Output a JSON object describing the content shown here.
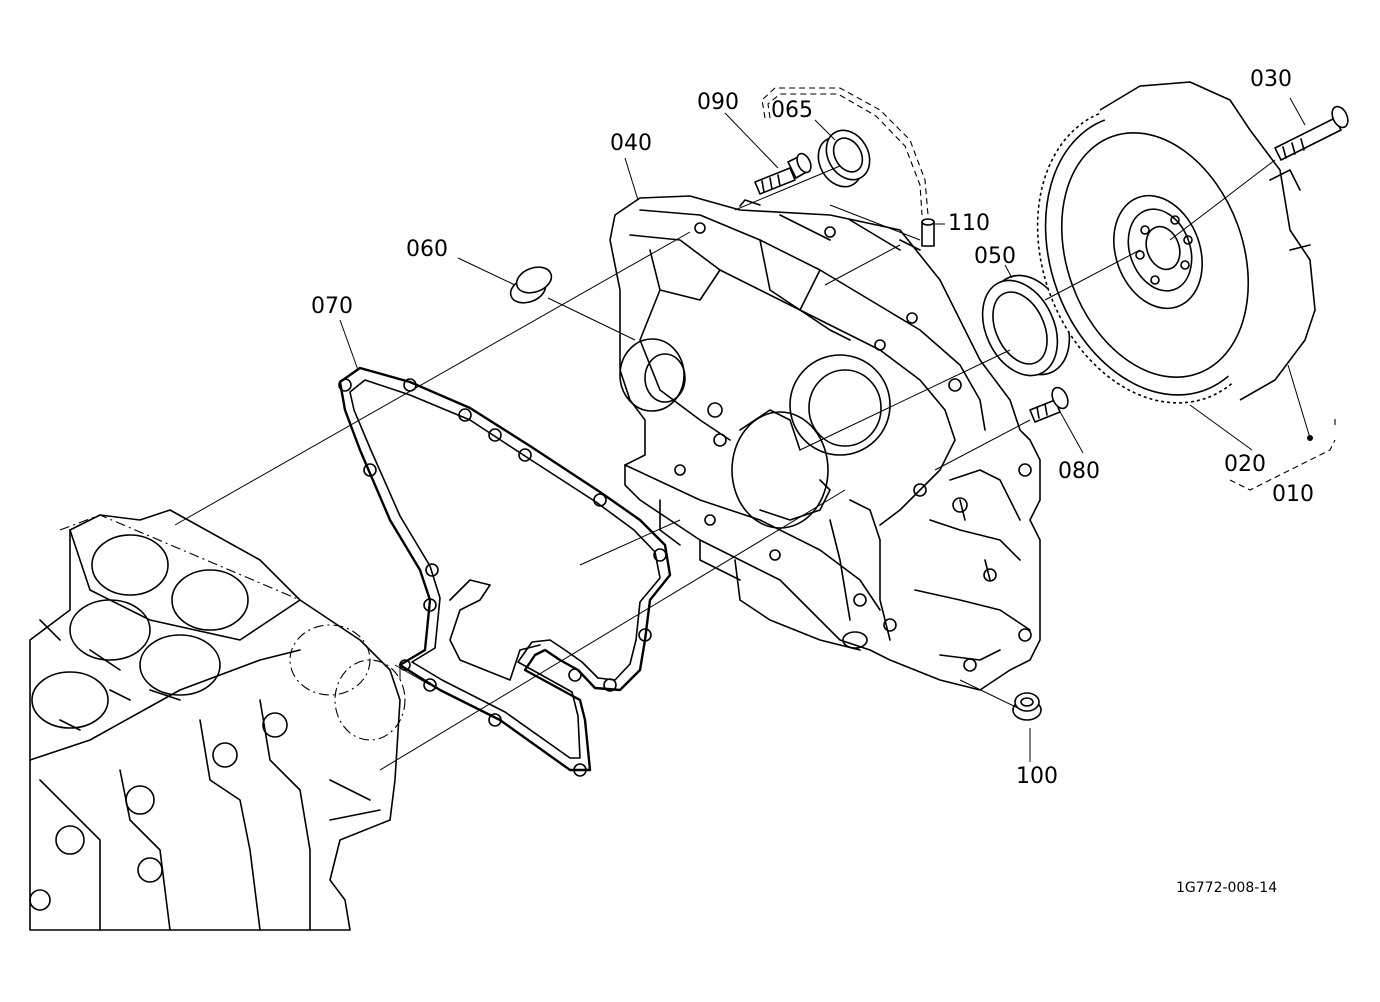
{
  "callouts": [
    {
      "id": "p010",
      "text": "010"
    },
    {
      "id": "p020",
      "text": "020"
    },
    {
      "id": "p030",
      "text": "030"
    },
    {
      "id": "p040",
      "text": "040"
    },
    {
      "id": "p050",
      "text": "050"
    },
    {
      "id": "p060",
      "text": "060"
    },
    {
      "id": "p065",
      "text": "065"
    },
    {
      "id": "p070",
      "text": "070"
    },
    {
      "id": "p080",
      "text": "080"
    },
    {
      "id": "p090",
      "text": "090"
    },
    {
      "id": "p100",
      "text": "100"
    },
    {
      "id": "p110",
      "text": "110"
    }
  ],
  "drawing_code": "1G772-008-14"
}
